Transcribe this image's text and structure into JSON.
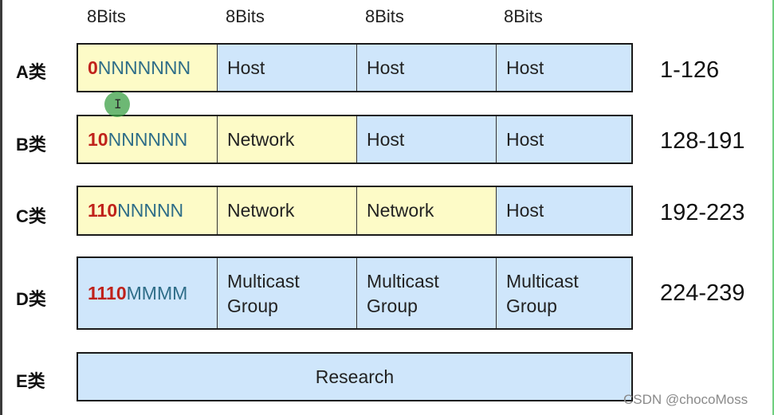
{
  "headers": [
    "8Bits",
    "8Bits",
    "8Bits",
    "8Bits"
  ],
  "classes": [
    {
      "label": "A类",
      "range": "1-126",
      "cells": [
        {
          "prefix": "0",
          "rest": "NNNNNNN",
          "color": "yellow"
        },
        {
          "text": "Host",
          "color": "blue"
        },
        {
          "text": "Host",
          "color": "blue"
        },
        {
          "text": "Host",
          "color": "blue"
        }
      ]
    },
    {
      "label": "B类",
      "range": "128-191",
      "cells": [
        {
          "prefix": "10",
          "rest": "NNNNNN",
          "color": "yellow"
        },
        {
          "text": "Network",
          "color": "yellow"
        },
        {
          "text": "Host",
          "color": "blue"
        },
        {
          "text": "Host",
          "color": "blue"
        }
      ]
    },
    {
      "label": "C类",
      "range": "192-223",
      "cells": [
        {
          "prefix": "110",
          "rest": "NNNNN",
          "color": "yellow"
        },
        {
          "text": "Network",
          "color": "yellow"
        },
        {
          "text": "Network",
          "color": "yellow"
        },
        {
          "text": "Host",
          "color": "blue"
        }
      ]
    },
    {
      "label": "D类",
      "range": "224-239",
      "cells": [
        {
          "prefix": "1110",
          "rest": "MMMM",
          "color": "blue"
        },
        {
          "line1": "Multicast",
          "line2": "Group",
          "color": "blue"
        },
        {
          "line1": "Multicast",
          "line2": "Group",
          "color": "blue"
        },
        {
          "line1": "Multicast",
          "line2": "Group",
          "color": "blue"
        }
      ]
    },
    {
      "label": "E类",
      "range": "",
      "cells": [
        {
          "text": "Research",
          "color": "blue"
        }
      ]
    }
  ],
  "watermark": "CSDN @chocoMoss",
  "cursor_icon": "text-cursor-icon",
  "colors": {
    "yellow": "#fdfbc7",
    "blue": "#cfe6fb",
    "prefix": "#c0221b",
    "bits": "#2e6d88"
  }
}
